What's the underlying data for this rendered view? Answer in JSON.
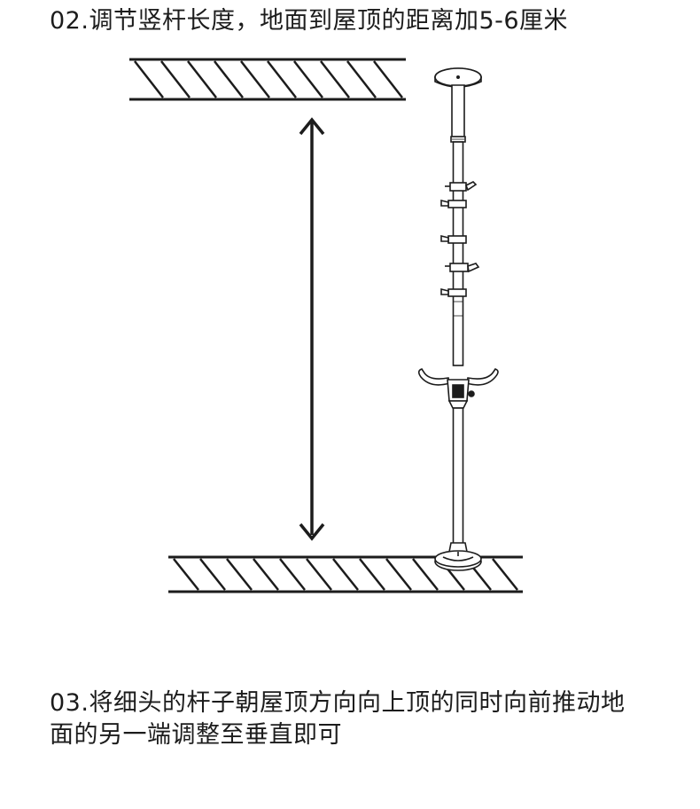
{
  "step2": {
    "text": "02.调节竖杆长度，地面到屋顶的距离加5-6厘米"
  },
  "step3": {
    "line1": "03.将细头的杆子朝屋顶方向向上顶的同时向前推动地",
    "line2": "面的另一端调整至垂直即可"
  },
  "colors": {
    "ink": "#1c1c1c",
    "background": "#ffffff",
    "pole_fill": "#ffffff"
  },
  "icons": [
    "ceiling-hatch",
    "floor-hatch",
    "double-arrow",
    "pole-clothes-rack"
  ]
}
